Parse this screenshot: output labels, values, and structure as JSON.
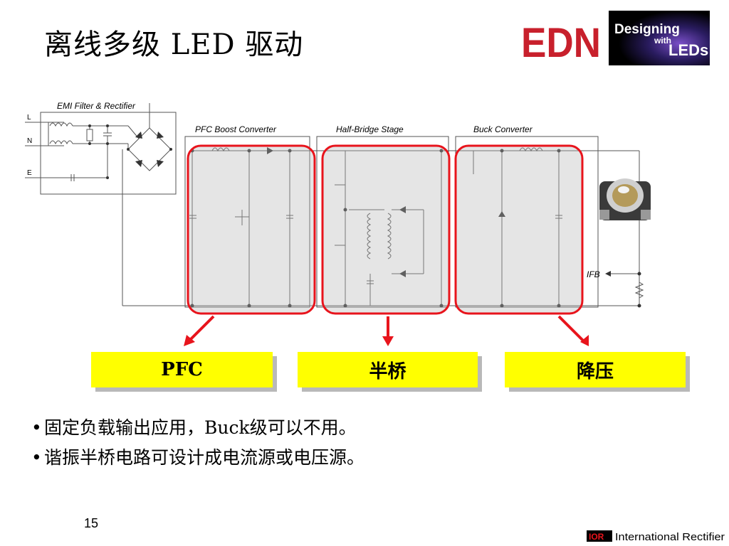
{
  "slide": {
    "title": "离线多级 LED 驱动",
    "page_number": "15"
  },
  "logos": {
    "edn": "EDN",
    "designing_with_leds": [
      "Designing",
      "with",
      "LEDs"
    ],
    "footer_brand_mark": "IOR",
    "footer_company": "International Rectifier"
  },
  "diagram": {
    "stage_labels": {
      "emi": "EMI Filter & Rectifier",
      "pfc": "PFC Boost Converter",
      "half_bridge": "Half-Bridge Stage",
      "buck": "Buck Converter"
    },
    "terminals": {
      "l": "L",
      "n": "N",
      "e": "E"
    },
    "feedback_label": "IFB"
  },
  "callouts": {
    "pfc": "PFC",
    "half_bridge": "半桥",
    "buck": "降压"
  },
  "bullets": [
    "固定负载输出应用，Buck级可以不用。",
    "谐振半桥电路可设计成电流源或电压源。"
  ],
  "colors": {
    "highlight_red": "#e8141c",
    "callout_yellow": "#ffff00",
    "edn_red": "#c8202c"
  }
}
